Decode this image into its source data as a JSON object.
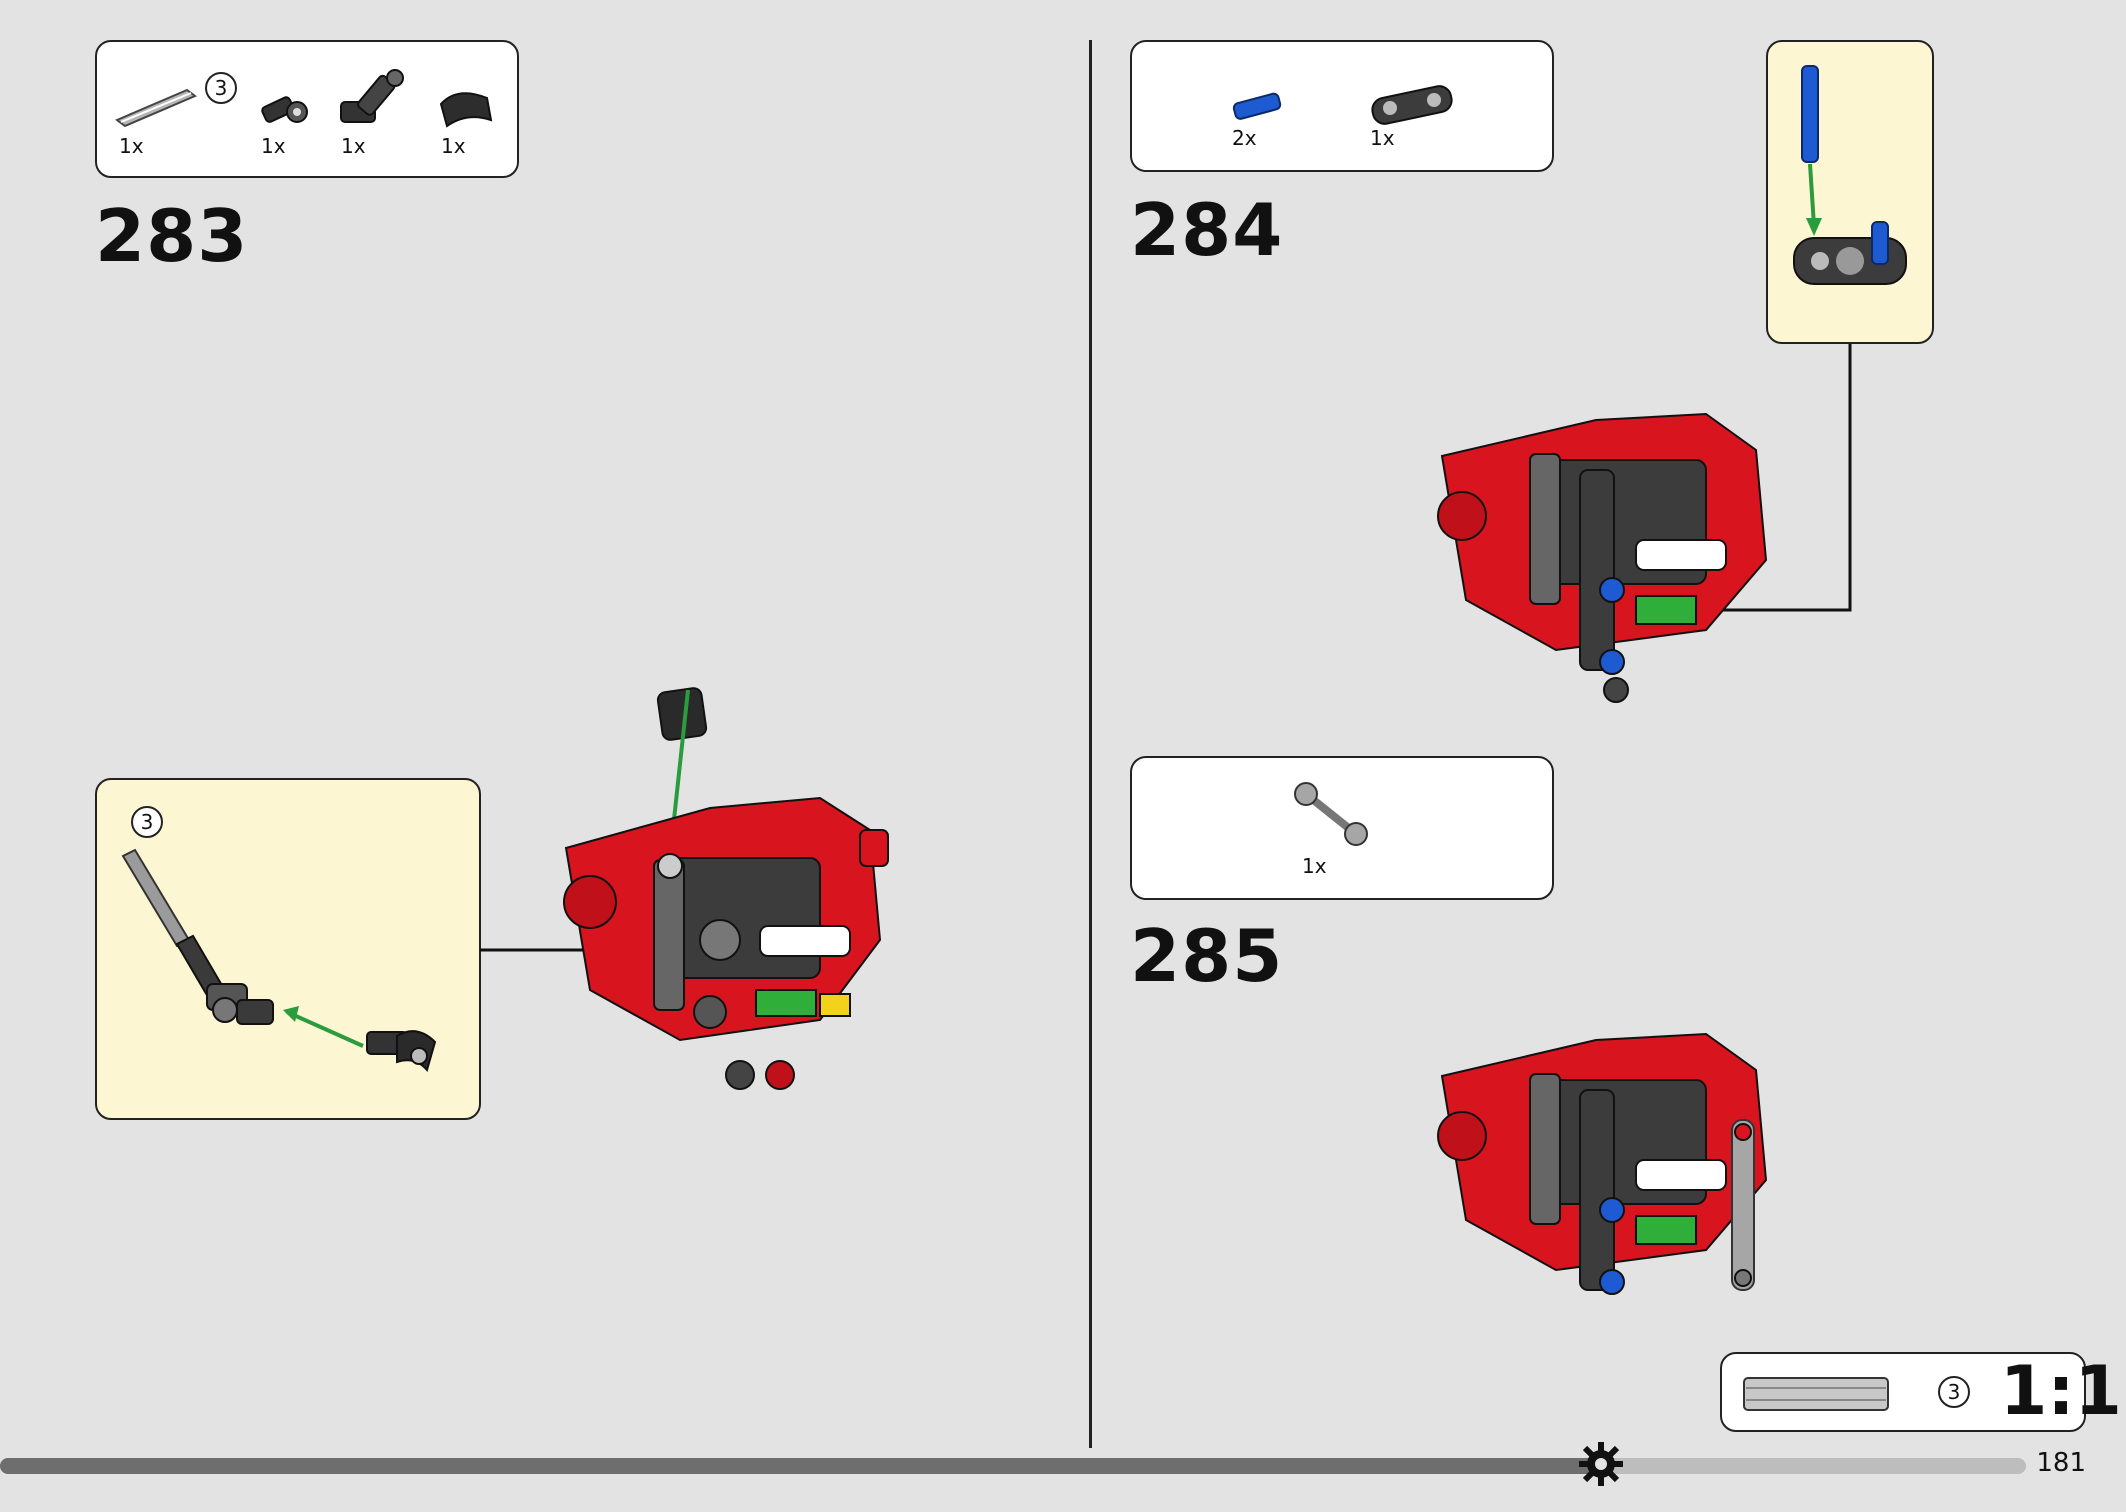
{
  "steps": {
    "s283": {
      "number": "283",
      "parts": [
        {
          "name": "axle-3",
          "qty": "1x",
          "length_callout": "3"
        },
        {
          "name": "axle-pin-connector",
          "qty": "1x"
        },
        {
          "name": "angle-connector",
          "qty": "1x"
        },
        {
          "name": "curved-slope-black",
          "qty": "1x"
        }
      ],
      "subassembly_callout": "3"
    },
    "s284": {
      "number": "284",
      "parts": [
        {
          "name": "blue-pin",
          "qty": "2x"
        },
        {
          "name": "double-beam-connector",
          "qty": "1x"
        }
      ]
    },
    "s285": {
      "number": "285",
      "parts": [
        {
          "name": "gray-link",
          "qty": "1x"
        }
      ]
    }
  },
  "ruler": {
    "callout": "3",
    "scale": "1:1"
  },
  "footer": {
    "page_number": "181",
    "progress": 0.79
  },
  "colors": {
    "background": "#e3e3e3",
    "callout_bg": "#fdf6d3",
    "brick_red": "#d8141e",
    "dark_gray": "#3c3c3c",
    "light_gray": "#a6a6a6",
    "blue": "#1e5ad2",
    "green_arrow": "#2a9c3e"
  }
}
